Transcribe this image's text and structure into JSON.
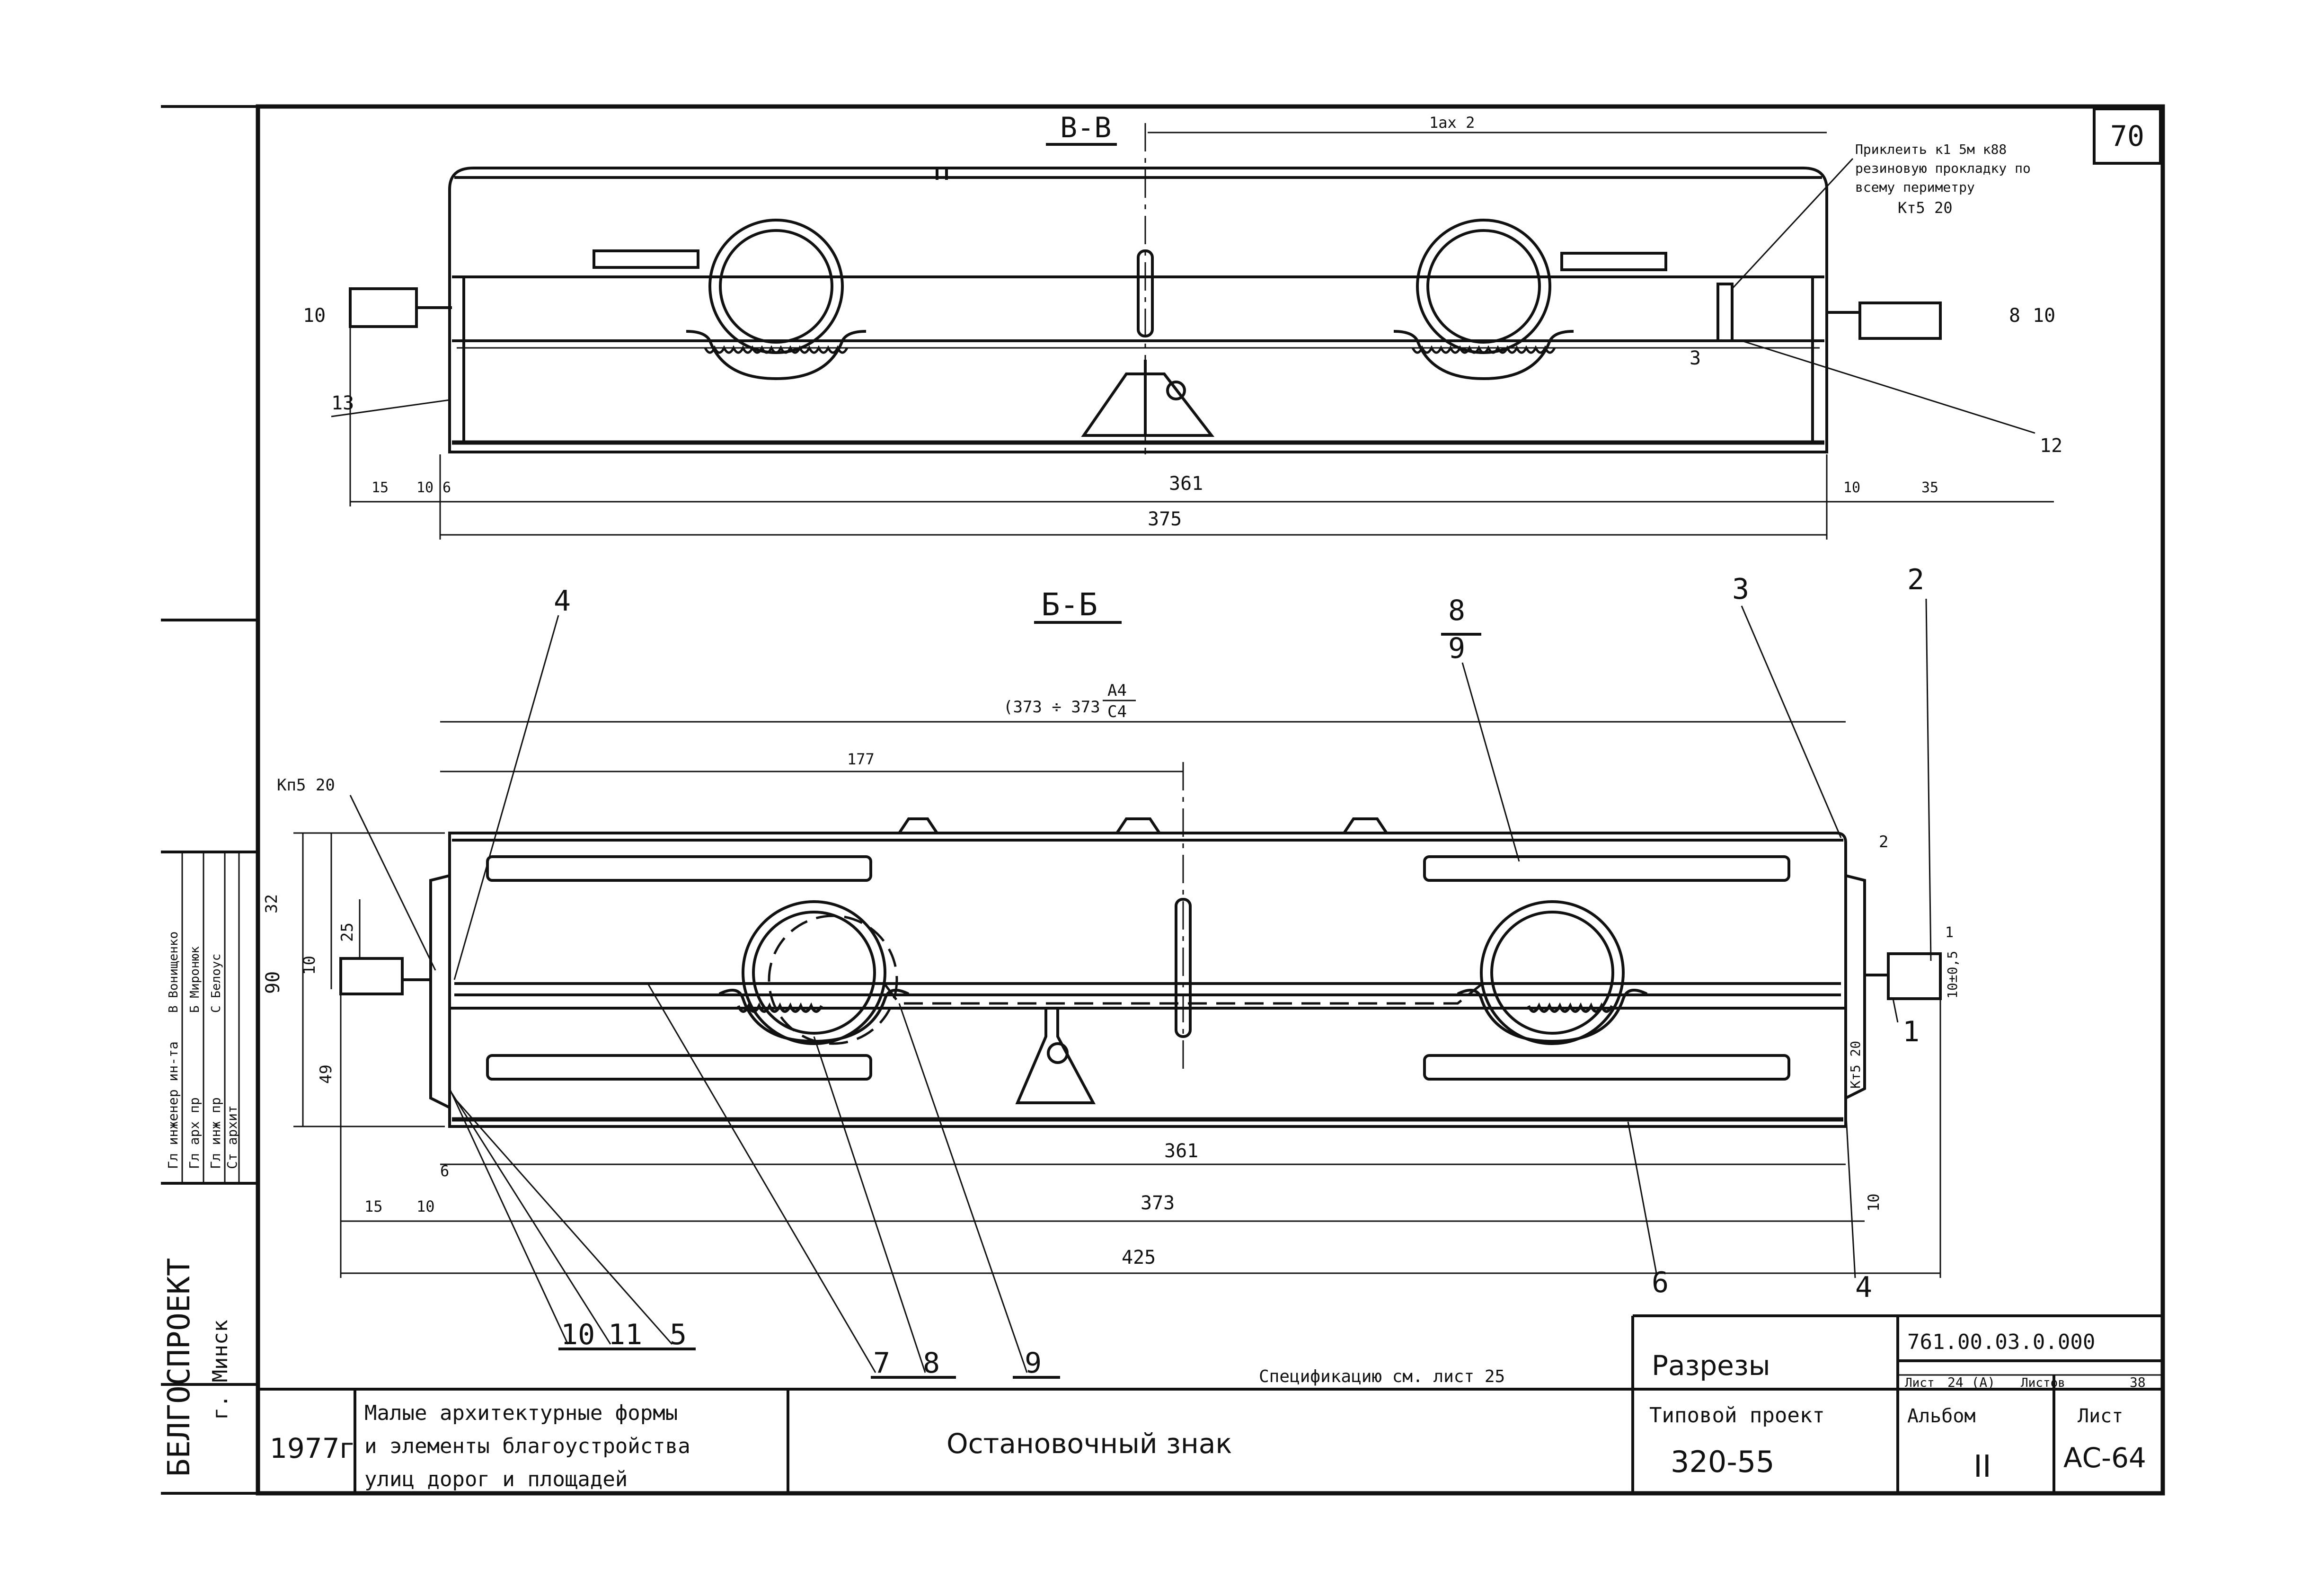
{
  "sheet": {
    "page_number": "70"
  },
  "section_top": {
    "title": "В-В",
    "note_line1": "Приклеить к1 5м  к88",
    "note_line2": "резиновую прокладку по",
    "note_line3": "всему периметру",
    "weld_symbol": "Кт5  20",
    "dims": {
      "d10": "10",
      "d8": "8",
      "d10b": "10",
      "d3": "3",
      "d15": "15",
      "d10c": "10",
      "d6": "6",
      "d361": "361",
      "d375": "375",
      "d10d": "10",
      "d35": "35",
      "top_short": "1ax 2"
    },
    "callouts": {
      "c13": "13",
      "c12": "12"
    }
  },
  "section_bottom": {
    "title": "Б-Б",
    "overall_note": "(373 ÷ 373",
    "fraction_top": "А4",
    "fraction_bottom": "С4",
    "weld_symbol": "Кп5  20",
    "weld_symbol_right": "Кт5  20",
    "dims": {
      "d177": "177",
      "d32": "32",
      "d25": "25",
      "d10": "10",
      "d90": "90",
      "d49": "49",
      "d6": "6",
      "d361": "361",
      "d15": "15",
      "d10b": "10",
      "d373": "373",
      "d10c": "10",
      "d425": "425",
      "d2": "2",
      "d1": "1",
      "d10r": "10±0,5"
    },
    "callouts": {
      "c4a": "4",
      "c8": "8",
      "c9": "9",
      "c3": "3",
      "c2": "2",
      "c1": "1",
      "c6": "6",
      "c4b": "4",
      "c10": "10",
      "c11": "11",
      "c5": "5",
      "c7": "7",
      "c8b": "8",
      "c9b": "9"
    }
  },
  "side_stamp": {
    "org": "БЕЛГОСПРОЕКТ",
    "city": "г. Минск",
    "rows": [
      "Гл инженер ин-та",
      "Гл арх пр",
      "Гл инж пр",
      "Ст архит"
    ],
    "names": [
      "В Вонищенко",
      "Б Миронюк",
      "С Белоус"
    ]
  },
  "title_block": {
    "year": "1977г",
    "project_line1": "Малые архитектурные формы",
    "project_line2": "и элементы благоустройства",
    "project_line3": "улиц дорог и площадей",
    "product": "Остановочный знак",
    "spec_note": "Спецификацию см. лист 25",
    "sheet_title": "Разрезы",
    "doc_code": "761.00.03.0.000",
    "sheet_label": "Лист",
    "sheet_value": "24 (А)",
    "sheets_label": "Листов",
    "sheets_value": "38",
    "type_project_label": "Типовой проект",
    "type_project_value": "320-55",
    "album_label": "Альбом",
    "album_value": "II",
    "list_label": "Лист",
    "list_value": "АС-64"
  }
}
